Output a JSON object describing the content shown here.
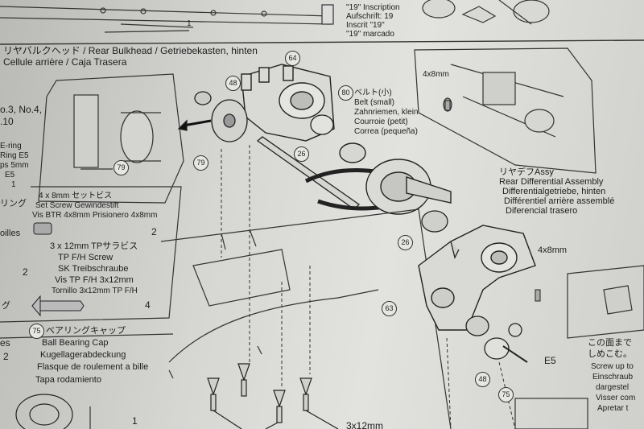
{
  "top": {
    "inscription_lines": [
      "\"19\" Inscription",
      "Aufschrift: 19",
      "Inscrit \"19\"",
      "\"19\" marcado"
    ],
    "shaft_part_num": "1"
  },
  "section": {
    "title_line1": "リヤバルクヘッド / Rear Bulkhead / Getriebekasten, hinten",
    "title_line2": "Cellule arrière / Caja Trasera"
  },
  "left_edge": {
    "frag_no": "o.3, No.4,",
    "frag_10": ".10",
    "frag_ering": "E-ring",
    "frag_ring_e5": "Ring E5",
    "frag_5mm": "ps 5mm",
    "frag_e5": "E5",
    "frag_one": "1",
    "frag_ringu": "リング",
    "frag_billes": "oilles",
    "frag_two": "2",
    "frag_gu": "グ",
    "frag_es": "es",
    "frag_two_b": "2"
  },
  "parts_list": {
    "screw_4x8": {
      "lines": [
        "4 x 8mm  セットビス",
        "Set Screw    Gewindestift",
        "Vis BTR 4x8mm   Prisionero 4x8mm"
      ],
      "qty": "2"
    },
    "screw_3x12": {
      "lines": [
        "3 x 12mm  TPサラビス",
        "TP F/H Screw",
        "SK Treibschraube",
        "Vis TP F/H 3x12mm",
        "Tornillo 3x12mm TP F/H"
      ],
      "qty": "4"
    },
    "bearing_cap": {
      "num": "75",
      "lines": [
        "ベアリングキャップ",
        "Ball Bearing Cap",
        "Kugellagerabdeckung",
        "Flasque de roulement a bille",
        "Tapa rodamiento"
      ],
      "qty": "1"
    }
  },
  "callouts": {
    "n64": "64",
    "n48a": "48",
    "n80": "80",
    "n26a": "26",
    "n79a": "79",
    "n79b": "79",
    "n26b": "26",
    "n63": "63",
    "n48b": "48",
    "n75": "75",
    "label_4x8_top": "4x8mm",
    "label_4x8_right": "4x8mm",
    "label_e5": "E5",
    "label_3x12_bottom": "3x12mm"
  },
  "belt": {
    "lines": [
      "ベルト(小)",
      "Belt (small)",
      "Zahnriemen, klein",
      "Courroie (petit)",
      "Correa (pequeña)"
    ]
  },
  "diff": {
    "lines": [
      "リヤデフAssy",
      "Rear Differential Assembly",
      "Differentialgetriebe, hinten",
      "Différentiel arrière assemblé",
      "Diferencial trasero"
    ]
  },
  "screw_up": {
    "lines": [
      "この面まで",
      "しめこむ。",
      "Screw up to",
      "Einschraub",
      "dargestel",
      "Visser com",
      "Apretar t"
    ]
  }
}
